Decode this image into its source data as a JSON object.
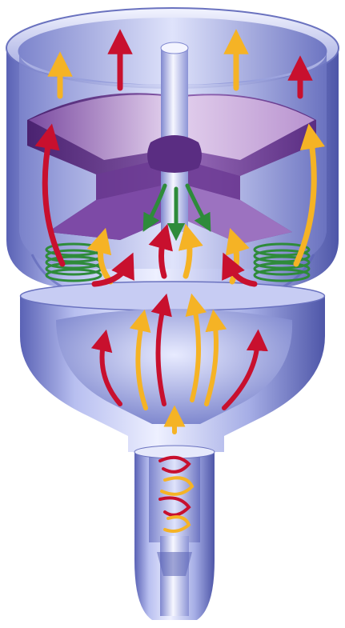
{
  "diagram": {
    "components": [
      {
        "id": "upper-chamber",
        "icon": "cylinder-cutaway"
      },
      {
        "id": "rotor",
        "icon": "three-blade-rotor"
      },
      {
        "id": "shaft",
        "icon": "vertical-shaft"
      },
      {
        "id": "springs",
        "icon": "coil-spring"
      },
      {
        "id": "funnel-chamber",
        "icon": "funnel-cutaway"
      },
      {
        "id": "inlet-nozzle",
        "icon": "nozzle"
      }
    ],
    "flow_colors": {
      "hot": "#c8102e",
      "warm": "#f5b325",
      "return": "#2e8b3a"
    },
    "body_colors": {
      "metal_light": "#e6e9fb",
      "metal_mid": "#9aa3e0",
      "metal_dark": "#5a62b5",
      "rotor_light": "#c9a6dc",
      "rotor_dark": "#5a2d82"
    }
  }
}
